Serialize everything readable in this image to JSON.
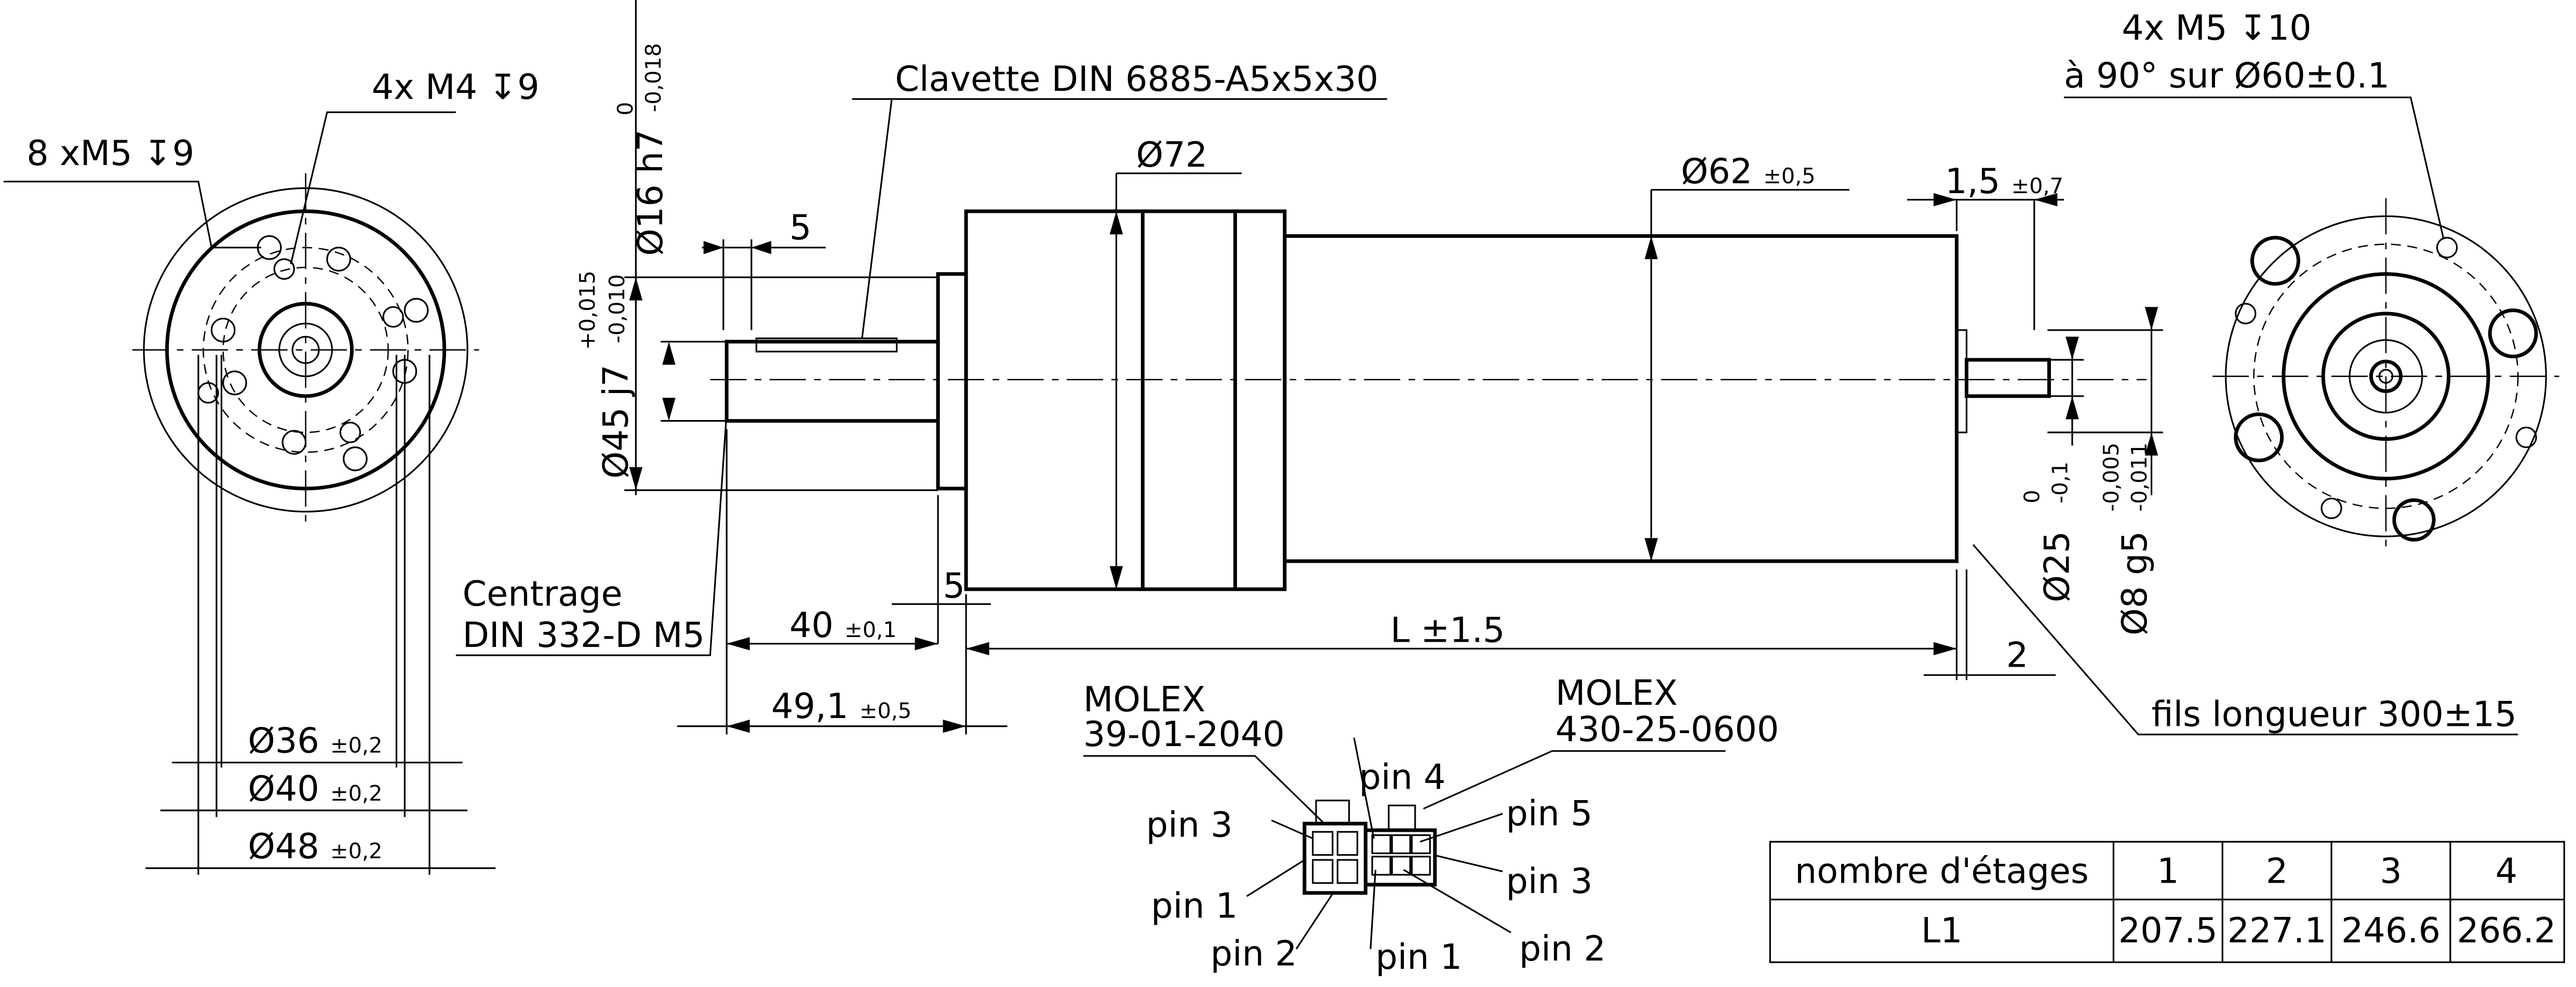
{
  "left_view": {
    "callout_8xm5": "8 xM5 ↧9",
    "callout_4xm4": "4x M4 ↧9",
    "dim_36": "Ø36",
    "dim_36_tol": "±0,2",
    "dim_40": "Ø40",
    "dim_40_tol": "±0,2",
    "dim_48": "Ø48",
    "dim_48_tol": "±0,2"
  },
  "side_view": {
    "shaft_dia": "Ø16 h7",
    "shaft_dia_tol_upper": "0",
    "shaft_dia_tol_lower": "-0,018",
    "pilot_dia": "Ø45 j7",
    "pilot_dia_tol_upper": "+0,015",
    "pilot_dia_tol_lower": "-0,010",
    "key_label": "Clavette DIN 6885-A5x5x30",
    "dim_5_top": "5",
    "dim_72": "Ø72",
    "dim_62": "Ø62",
    "dim_62_tol": "±0,5",
    "dim_1_5": "1,5",
    "dim_1_5_tol": "±0,7",
    "centrage_line1": "Centrage",
    "centrage_line2": "DIN 332-D M5",
    "dim_5_bottom": "5",
    "dim_40": "40",
    "dim_40_tol": "±0,1",
    "dim_L": "L ±1.5",
    "dim_2": "2",
    "dim_49_1": "49,1",
    "dim_49_1_tol": "±0,5",
    "rear_dia_25": "Ø25",
    "rear_dia_25_tol_upper": "0",
    "rear_dia_25_tol_lower": "-0,1",
    "rear_dia_8": "Ø8 g5",
    "rear_dia_8_tol_upper": "-0,005",
    "rear_dia_8_tol_lower": "-0,011",
    "wire_label": "fils longueur 300±15"
  },
  "right_view": {
    "callout_line1": "4x M5 ↧10",
    "callout_line2": "à 90° sur Ø60±0.1"
  },
  "connectors": {
    "molex_left_line1": "MOLEX",
    "molex_left_line2": "39-01-2040",
    "molex_right_line1": "MOLEX",
    "molex_right_line2": "430-25-0600",
    "pins": {
      "pin4": "pin 4",
      "pin5": "pin 5",
      "pin3_left": "pin 3",
      "pin1_left": "pin 1",
      "pin2_left": "pin 2",
      "pin1_mid": "pin 1",
      "pin2_right": "pin 2",
      "pin3_right": "pin 3"
    }
  },
  "table": {
    "header": [
      "nombre d'étages",
      "1",
      "2",
      "3",
      "4"
    ],
    "row": [
      "L1",
      "207.5",
      "227.1",
      "246.6",
      "266.2"
    ]
  }
}
